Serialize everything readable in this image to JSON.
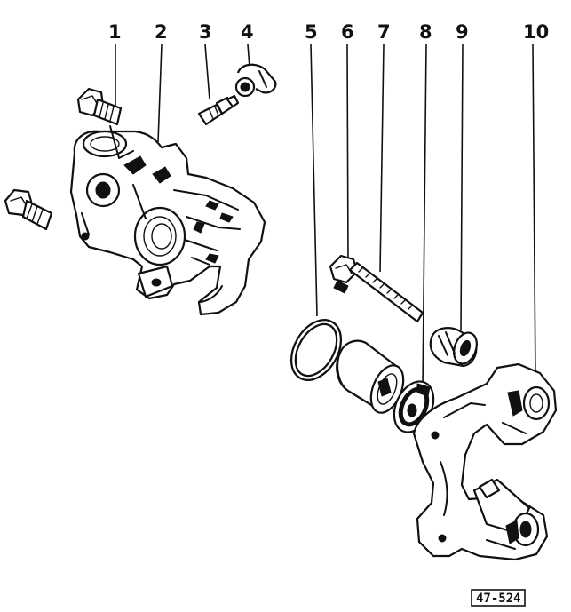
{
  "diagram": {
    "callouts": [
      "1",
      "2",
      "3",
      "4",
      "5",
      "6",
      "7",
      "8",
      "9",
      "10"
    ],
    "reference_code": "47-524"
  }
}
